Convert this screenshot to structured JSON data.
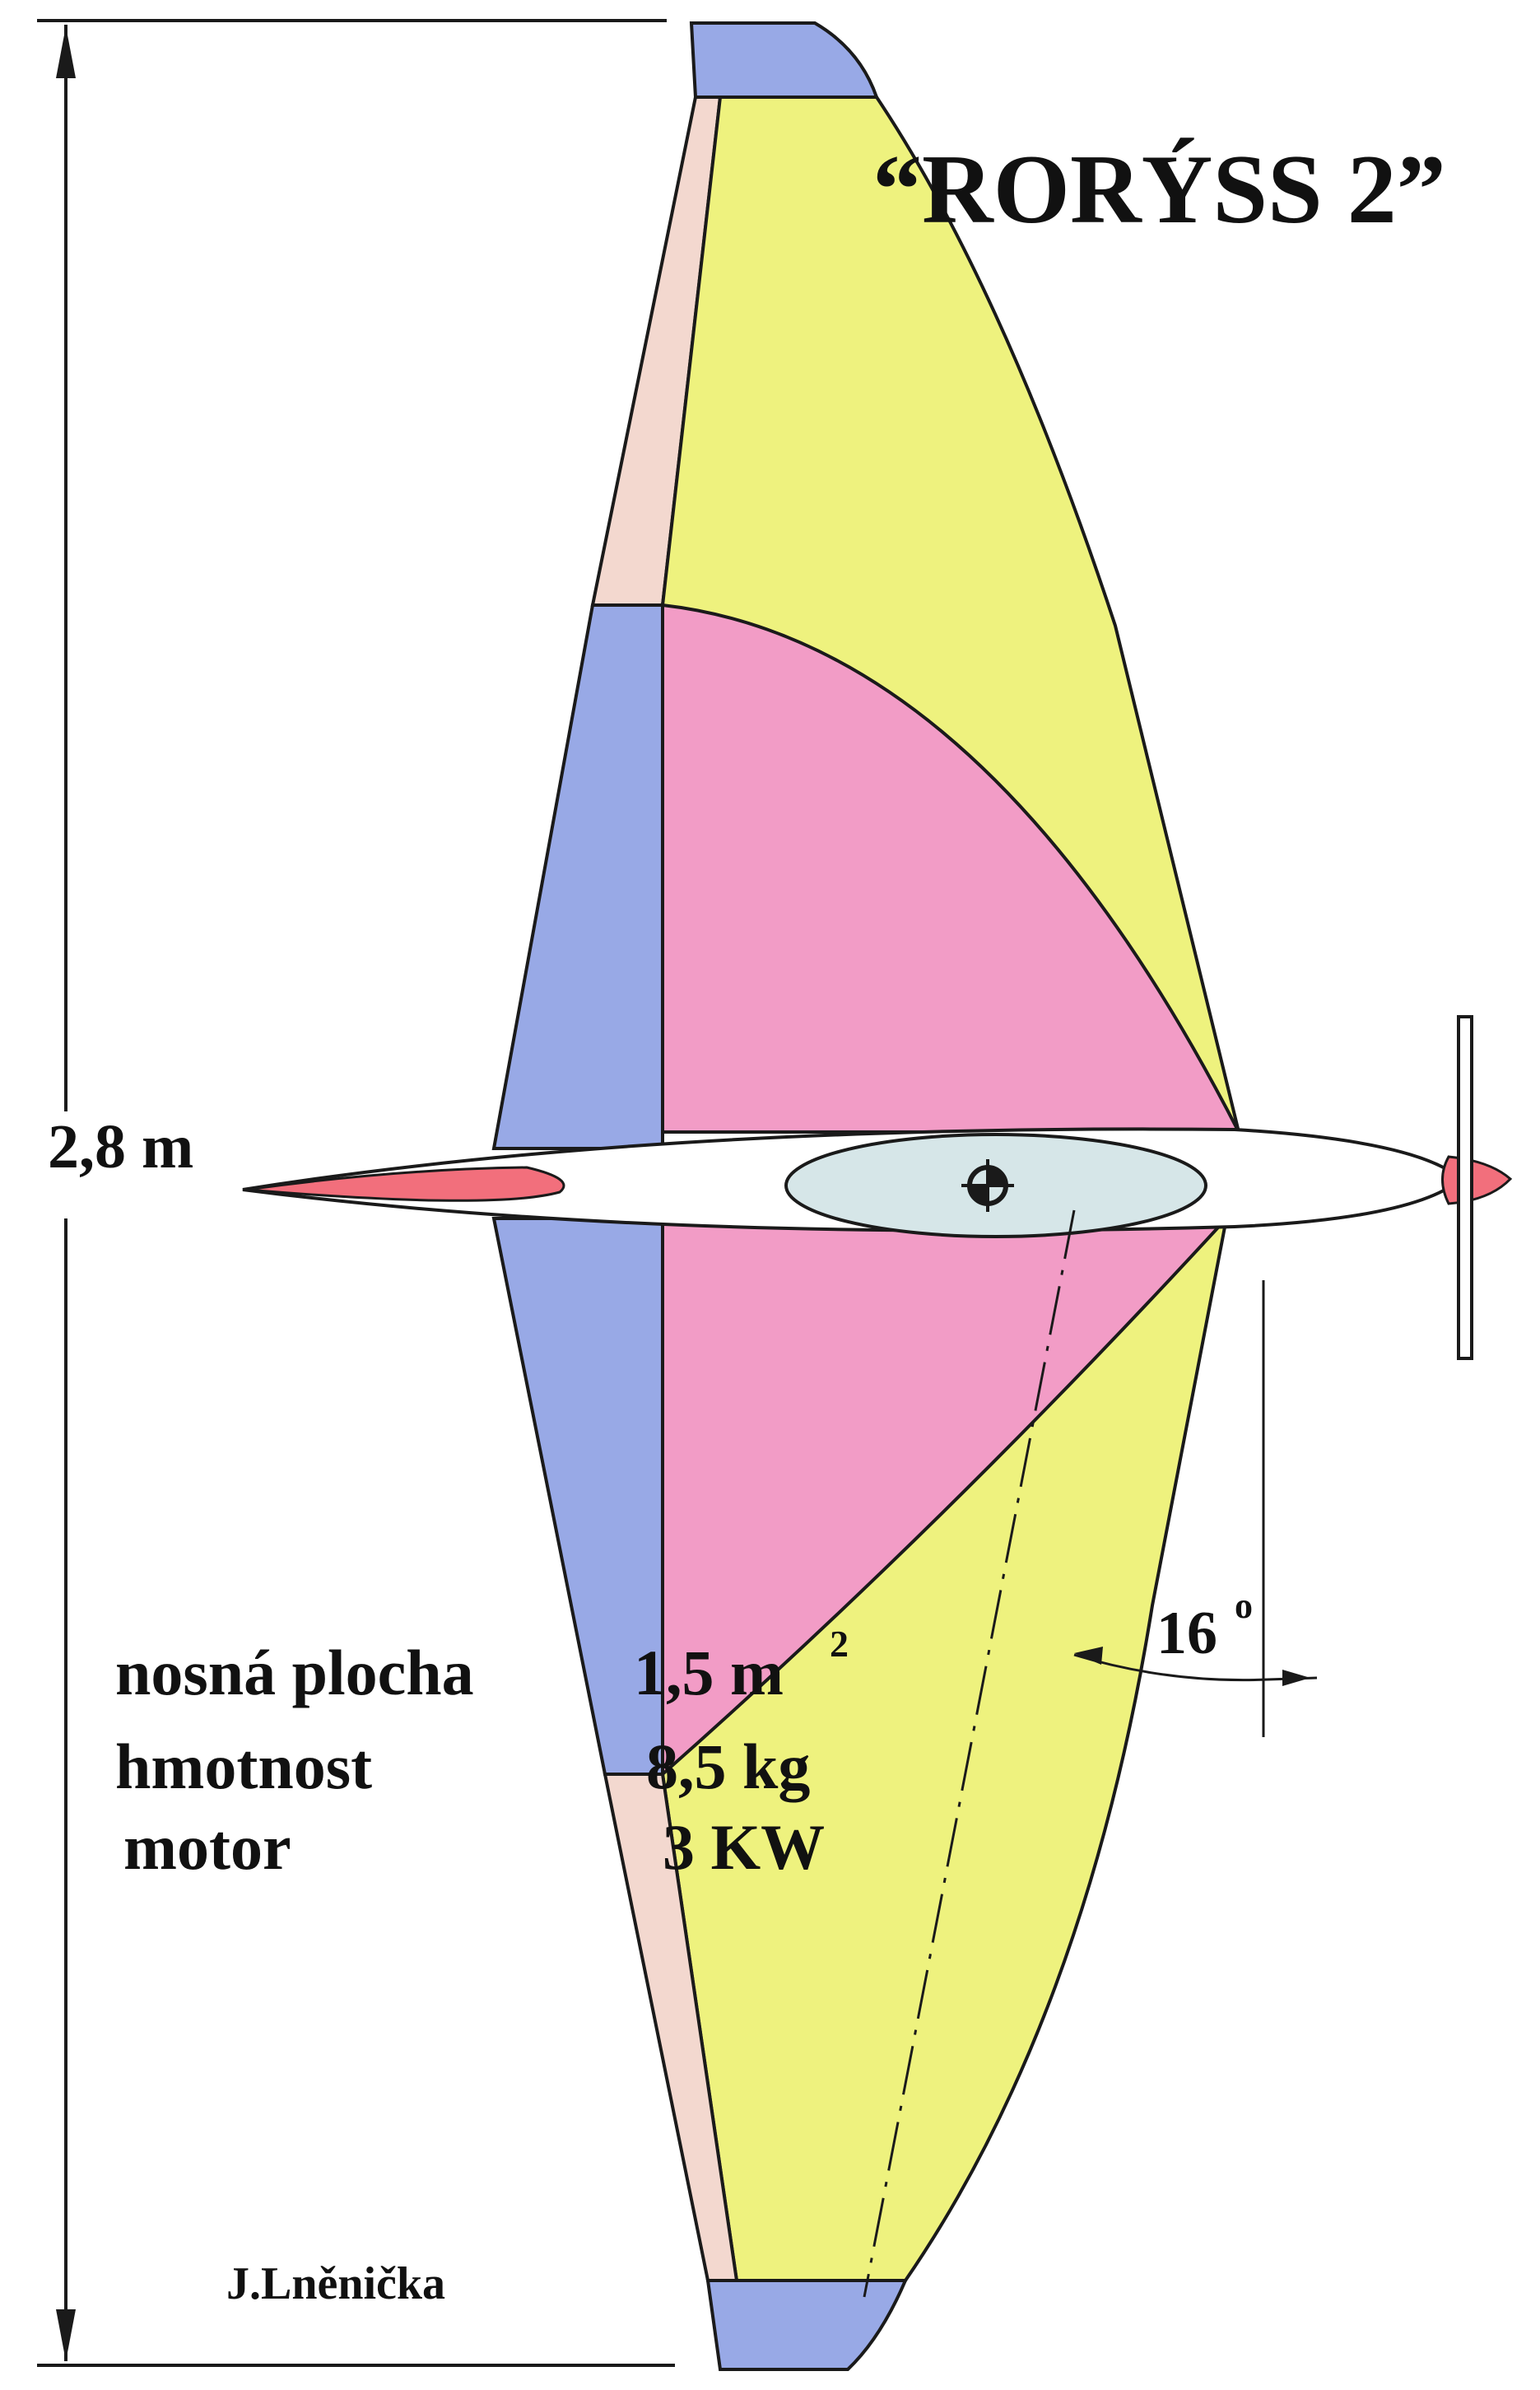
{
  "title": "“RORÝSS 2”",
  "span_label": "2,8 m",
  "sweep_angle": {
    "value": "16",
    "unit": "o"
  },
  "specs": [
    {
      "label": "nosná plocha",
      "value": "1,5  m",
      "sup": "2"
    },
    {
      "label": "hmotnost",
      "value": "8,5 kg",
      "sup": ""
    },
    {
      "label": "motor",
      "value": "3 KW",
      "sup": ""
    }
  ],
  "author": "J.Lněnička",
  "colors": {
    "tip": "#98a9e6",
    "leading_edge_strip": "#f3d8cf",
    "outer_panel": "#eef27e",
    "inner_panel": "#f29cc6",
    "center_section": "#98a9e6",
    "fuselage": "#ffffff",
    "canopy": "#d6e6e8",
    "nose_tail": "#f26f7c"
  }
}
